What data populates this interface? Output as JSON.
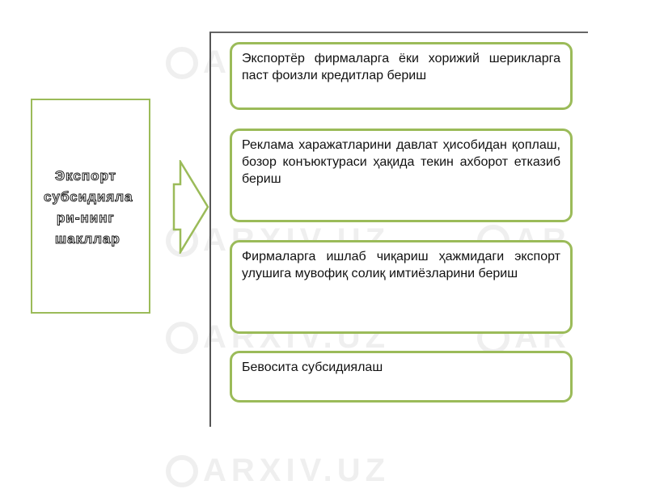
{
  "left_label": {
    "line1": "Экспорт",
    "line2": "субсидияла",
    "line3": "ри-нинг",
    "line4": "шакллар"
  },
  "items": [
    {
      "text": "Экспортёр фирмаларга ёки хорижий шерикларга паст фоизли кредитлар бериш"
    },
    {
      "text": "Реклама харажатларини давлат ҳисобидан қоплаш, бозор конъюктураси ҳақида текин ахборот етказиб бериш"
    },
    {
      "text": "Фирмаларга ишлаб чиқариш ҳажмидаги экспорт улушига мувофиқ солиқ имтиёзларини бериш"
    },
    {
      "text": "Бевосита субсидиялаш"
    }
  ],
  "colors": {
    "accent": "#9bbb59",
    "divider": "#555555"
  },
  "icons": {
    "arrow": "right-arrow-icon"
  }
}
